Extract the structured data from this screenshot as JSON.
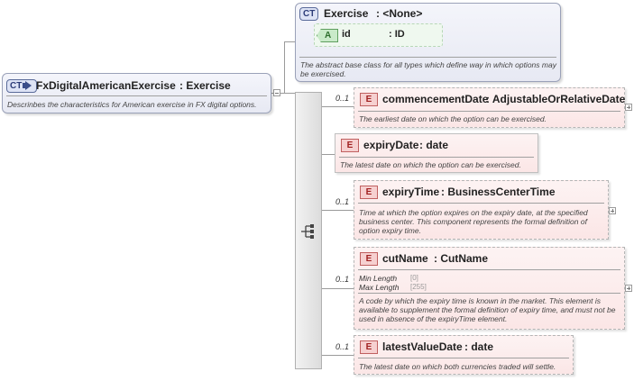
{
  "root": {
    "badge": "CT",
    "name": "FxDigitalAmericanExercise",
    "type": ": Exercise",
    "doc": "Descrinbes the characteristics for American exercise in FX digital options."
  },
  "base": {
    "badge": "CT",
    "name": "Exercise",
    "type": ": <None>",
    "attr": {
      "badge": "A",
      "name": "id",
      "type": ": ID"
    },
    "doc": "The abstract base class for all types which define way in which options may be exercised."
  },
  "elements": [
    {
      "badge": "E",
      "occurs": "0..1",
      "name": "commencementDate",
      "type": ": AdjustableOrRelativeDate",
      "doc": "The earliest date on which the option can be exercised."
    },
    {
      "badge": "E",
      "occurs": "",
      "name": "expiryDate",
      "type": ": date",
      "doc": "The latest date on which the option can be exercised."
    },
    {
      "badge": "E",
      "occurs": "0..1",
      "name": "expiryTime",
      "type": ": BusinessCenterTime",
      "doc": "Time at which the option expires on the expiry date, at the specified business center. This component represents the formal definition of option expiry time."
    },
    {
      "badge": "E",
      "occurs": "0..1",
      "name": "cutName",
      "type": ": CutName",
      "facets": [
        {
          "label": "Min Length",
          "value": "[0]"
        },
        {
          "label": "Max Length",
          "value": "[255]"
        }
      ],
      "doc": "A code by which the expiry time is known in the market. This element is available to supplement the formal definition of expiry time, and must not be used in absence of the expiryTime element."
    },
    {
      "badge": "E",
      "occurs": "0..1",
      "name": "latestValueDate",
      "type": ": date",
      "doc": "The latest date on which both currencies traded will settle."
    }
  ]
}
